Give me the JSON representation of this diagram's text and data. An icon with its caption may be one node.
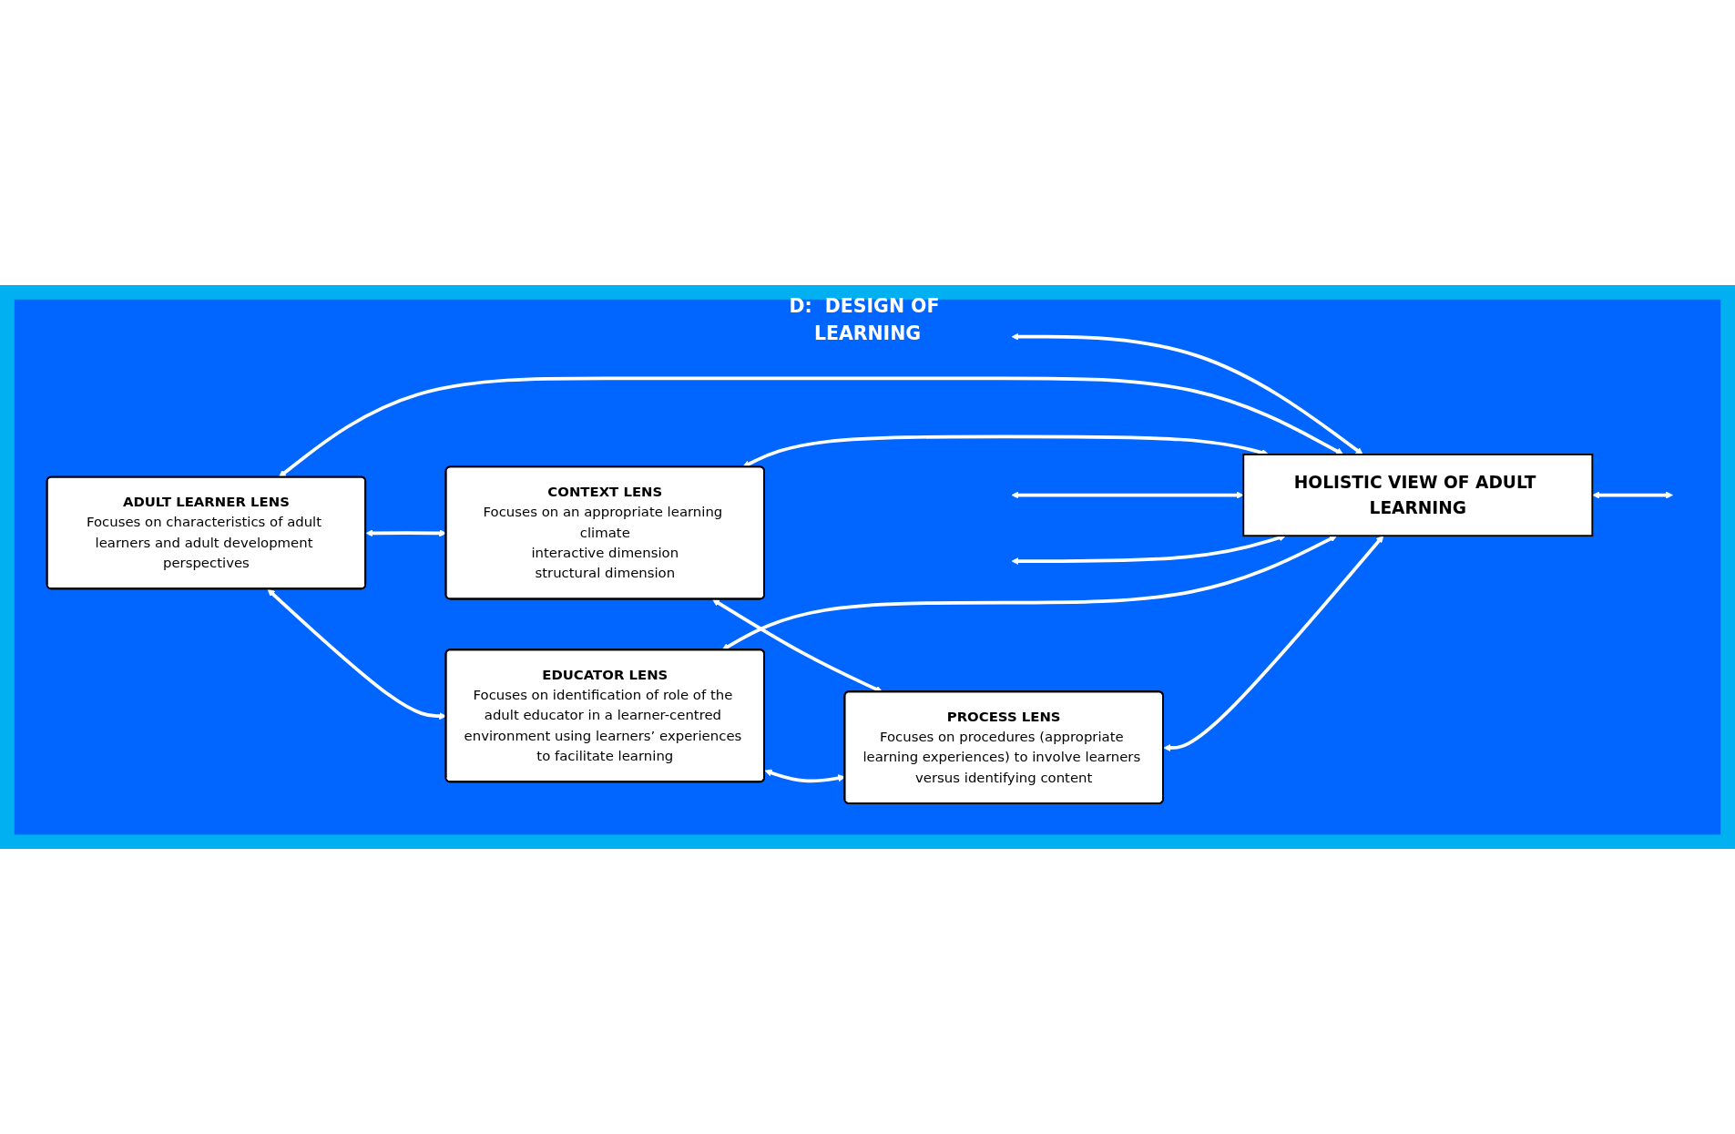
{
  "diagram": {
    "nodes": [
      {
        "text": [
          "D:  DESIGN OF LEARNING"
        ]
      },
      {
        "text": [
          "ADULT LEARNER LENS",
          "Focuses on characteristics of adult learners and adult development perspectives"
        ],
        "in": 0
      },
      {
        "text": [
          "CONTEXT LENS",
          "Focuses on an appropriate learning climate",
          "interactive dimension",
          "structural dimension"
        ],
        "in": 0
      },
      {
        "text": [
          "HOLISTIC VIEW OF ADULT LEARNING"
        ],
        "in": 0
      },
      {
        "text": [
          "EDUCATOR LENS",
          "Focuses on identification of role of the adult educator in a learner-centred environment using learners’ experiences to facilitate learning"
        ],
        "in": 0
      },
      {
        "text": [
          "PROCESS LENS",
          "Focuses on procedures (appropriate learning experiences) to involve learners versus identifying content"
        ],
        "in": 0
      }
    ],
    "edges": [
      {
        "from": 1,
        "to": 2,
        "arrow": "both"
      },
      {
        "from": null,
        "to": 3,
        "arrow": "both"
      },
      {
        "from": 1,
        "to": 4,
        "arrow": "both"
      },
      {
        "from": 2,
        "to": 5,
        "arrow": "both"
      },
      {
        "from": 1,
        "to": 3,
        "arrow": "both"
      },
      {
        "from": 2,
        "to": 3,
        "arrow": "both"
      },
      {
        "from": null,
        "to": 3,
        "arrow": "both"
      },
      {
        "from": null,
        "to": 3,
        "arrow": "both"
      },
      {
        "from": 4,
        "to": 3,
        "arrow": "both"
      },
      {
        "from": 5,
        "to": 3,
        "arrow": "both"
      },
      {
        "from": 3,
        "to": null,
        "arrow": "both"
      },
      {
        "from": 4,
        "to": 5,
        "arrow": "both"
      }
    ]
  }
}
